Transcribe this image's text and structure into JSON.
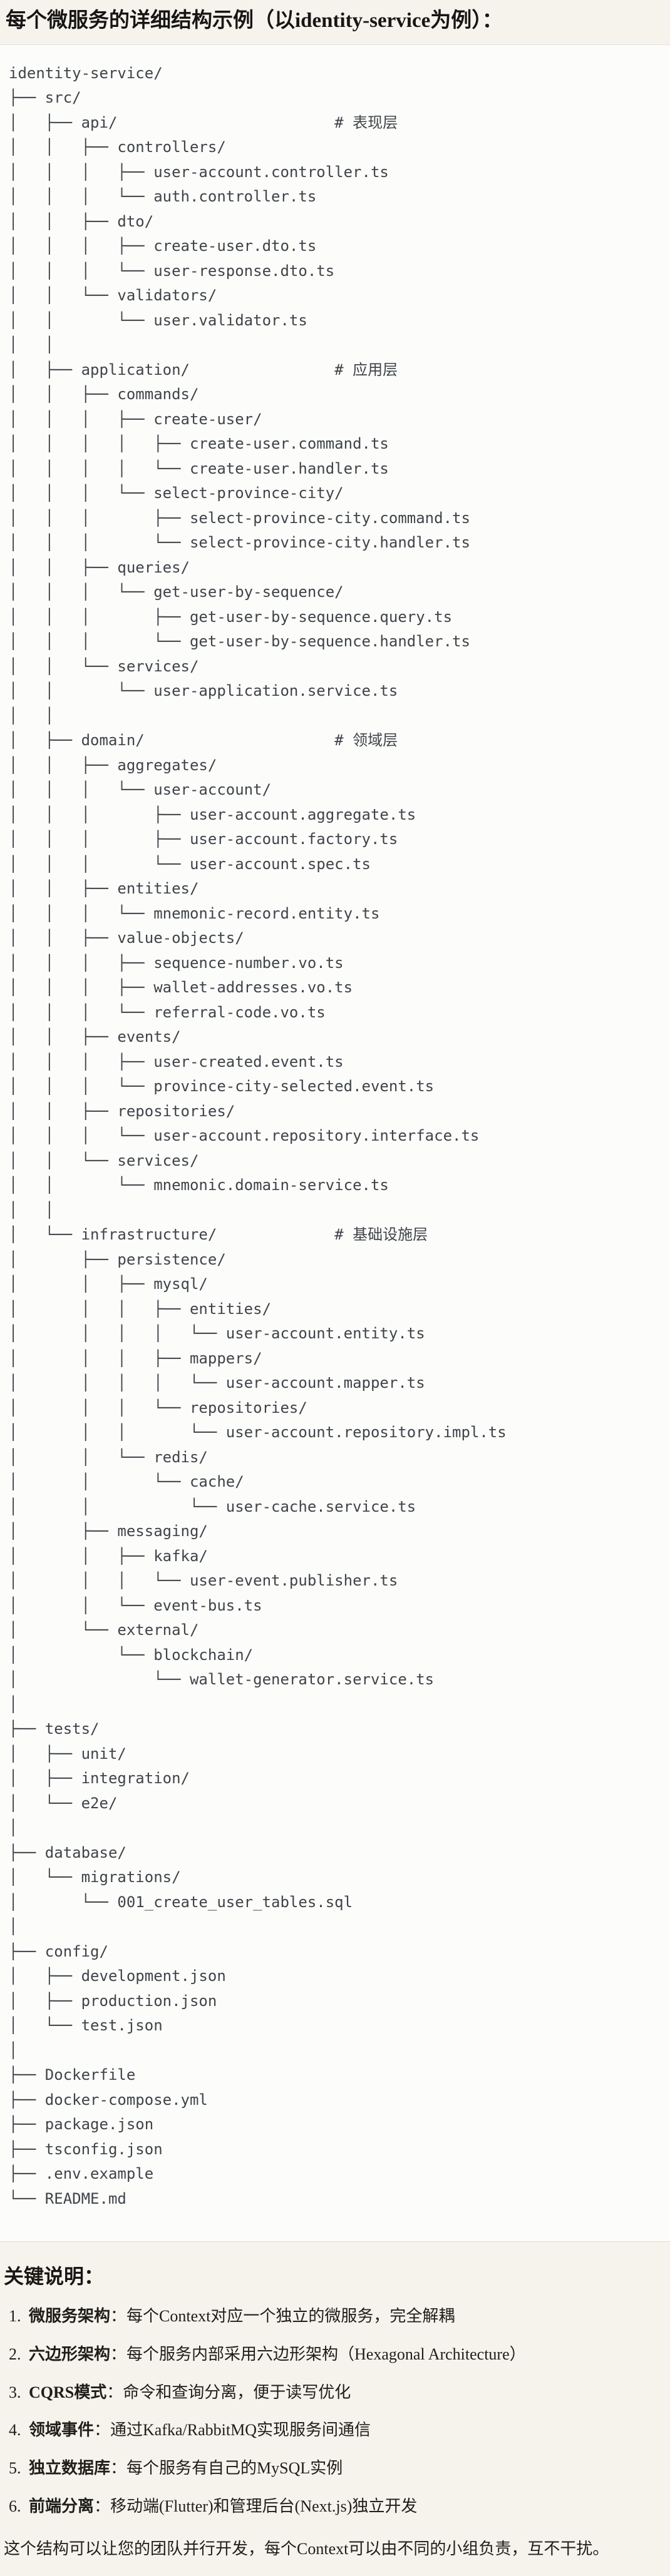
{
  "header": {
    "title": "每个微服务的详细结构示例（以identity-service为例）："
  },
  "file_tree": {
    "lines": [
      "identity-service/",
      "├── src/",
      "│   ├── api/                        # 表现层",
      "│   │   ├── controllers/",
      "│   │   │   ├── user-account.controller.ts",
      "│   │   │   └── auth.controller.ts",
      "│   │   ├── dto/",
      "│   │   │   ├── create-user.dto.ts",
      "│   │   │   └── user-response.dto.ts",
      "│   │   └── validators/",
      "│   │       └── user.validator.ts",
      "│   │",
      "│   ├── application/                # 应用层",
      "│   │   ├── commands/",
      "│   │   │   ├── create-user/",
      "│   │   │   │   ├── create-user.command.ts",
      "│   │   │   │   └── create-user.handler.ts",
      "│   │   │   └── select-province-city/",
      "│   │   │       ├── select-province-city.command.ts",
      "│   │   │       └── select-province-city.handler.ts",
      "│   │   ├── queries/",
      "│   │   │   └── get-user-by-sequence/",
      "│   │   │       ├── get-user-by-sequence.query.ts",
      "│   │   │       └── get-user-by-sequence.handler.ts",
      "│   │   └── services/",
      "│   │       └── user-application.service.ts",
      "│   │",
      "│   ├── domain/                     # 领域层",
      "│   │   ├── aggregates/",
      "│   │   │   └── user-account/",
      "│   │   │       ├── user-account.aggregate.ts",
      "│   │   │       ├── user-account.factory.ts",
      "│   │   │       └── user-account.spec.ts",
      "│   │   ├── entities/",
      "│   │   │   └── mnemonic-record.entity.ts",
      "│   │   ├── value-objects/",
      "│   │   │   ├── sequence-number.vo.ts",
      "│   │   │   ├── wallet-addresses.vo.ts",
      "│   │   │   └── referral-code.vo.ts",
      "│   │   ├── events/",
      "│   │   │   ├── user-created.event.ts",
      "│   │   │   └── province-city-selected.event.ts",
      "│   │   ├── repositories/",
      "│   │   │   └── user-account.repository.interface.ts",
      "│   │   └── services/",
      "│   │       └── mnemonic.domain-service.ts",
      "│   │",
      "│   └── infrastructure/             # 基础设施层",
      "│       ├── persistence/",
      "│       │   ├── mysql/",
      "│       │   │   ├── entities/",
      "│       │   │   │   └── user-account.entity.ts",
      "│       │   │   ├── mappers/",
      "│       │   │   │   └── user-account.mapper.ts",
      "│       │   │   └── repositories/",
      "│       │   │       └── user-account.repository.impl.ts",
      "│       │   └── redis/",
      "│       │       └── cache/",
      "│       │           └── user-cache.service.ts",
      "│       ├── messaging/",
      "│       │   ├── kafka/",
      "│       │   │   └── user-event.publisher.ts",
      "│       │   └── event-bus.ts",
      "│       └── external/",
      "│           └── blockchain/",
      "│               └── wallet-generator.service.ts",
      "│",
      "├── tests/",
      "│   ├── unit/",
      "│   ├── integration/",
      "│   └── e2e/",
      "│",
      "├── database/",
      "│   └── migrations/",
      "│       └── 001_create_user_tables.sql",
      "│",
      "├── config/",
      "│   ├── development.json",
      "│   ├── production.json",
      "│   └── test.json",
      "│",
      "├── Dockerfile",
      "├── docker-compose.yml",
      "├── package.json",
      "├── tsconfig.json",
      "├── .env.example",
      "└── README.md"
    ]
  },
  "notes": {
    "heading": "关键说明：",
    "items": [
      {
        "number": "1.",
        "label": "微服务架构",
        "text": "：每个Context对应一个独立的微服务，完全解耦"
      },
      {
        "number": "2.",
        "label": "六边形架构",
        "text": "：每个服务内部采用六边形架构（Hexagonal Architecture）"
      },
      {
        "number": "3.",
        "label": "CQRS模式",
        "text": "：命令和查询分离，便于读写优化"
      },
      {
        "number": "4.",
        "label": "领域事件",
        "text": "：通过Kafka/RabbitMQ实现服务间通信"
      },
      {
        "number": "5.",
        "label": "独立数据库",
        "text": "：每个服务有自己的MySQL实例"
      },
      {
        "number": "6.",
        "label": "前端分离",
        "text": "：移动端(Flutter)和管理后台(Next.js)独立开发"
      }
    ],
    "footer": "这个结构可以让您的团队并行开发，每个Context可以由不同的小组负责，互不干扰。"
  },
  "colors": {
    "page_bg": "#f5f3ec",
    "code_bg": "#fcfcfa",
    "divider": "#e2e0d7",
    "code_text": "#3f444a",
    "text": "#1f1e1a"
  }
}
